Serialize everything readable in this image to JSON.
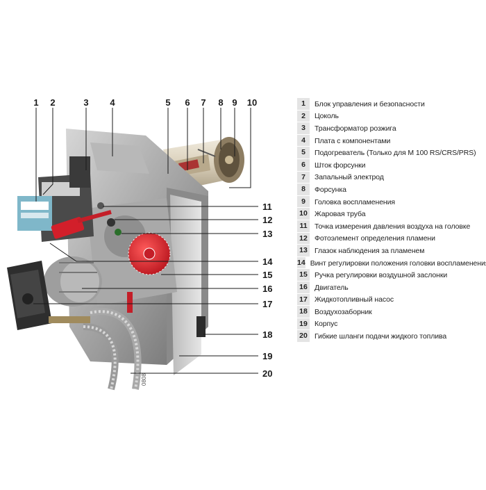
{
  "callouts_top": [
    "1",
    "2",
    "3",
    "4",
    "5",
    "6",
    "7",
    "8",
    "9",
    "10"
  ],
  "callouts_right": [
    "11",
    "12",
    "13",
    "14",
    "15",
    "16",
    "17",
    "18",
    "19",
    "20"
  ],
  "legend": [
    {
      "num": "1",
      "text": "Блок управления и безопасности"
    },
    {
      "num": "2",
      "text": "Цоколь"
    },
    {
      "num": "3",
      "text": "Трансформатор розжига"
    },
    {
      "num": "4",
      "text": "Плата с компонентами"
    },
    {
      "num": "5",
      "text": "Подогреватель (Только для M 100 RS/CRS/PRS)"
    },
    {
      "num": "6",
      "text": "Шток форсунки"
    },
    {
      "num": "7",
      "text": "Запальный электрод"
    },
    {
      "num": "8",
      "text": "Форсунка"
    },
    {
      "num": "9",
      "text": "Головка воспламенения"
    },
    {
      "num": "10",
      "text": "Жаровая труба"
    },
    {
      "num": "11",
      "text": "Точка измерения давления воздуха на головке"
    },
    {
      "num": "12",
      "text": "Фотоэлемент определения пламени"
    },
    {
      "num": "13",
      "text": "Глазок наблюдения за пламенем"
    },
    {
      "num": "14",
      "text": "Винт регулировки положения головки воспламенения"
    },
    {
      "num": "15",
      "text": "Ручка регулировки воздушной заслонки"
    },
    {
      "num": "16",
      "text": "Двигатель"
    },
    {
      "num": "17",
      "text": "Жидкотопливный насос"
    },
    {
      "num": "18",
      "text": "Воздухозаборник"
    },
    {
      "num": "19",
      "text": "Корпус"
    },
    {
      "num": "20",
      "text": "Гибкие шланги подачи жидкого топлива"
    }
  ],
  "image_code": "0808"
}
